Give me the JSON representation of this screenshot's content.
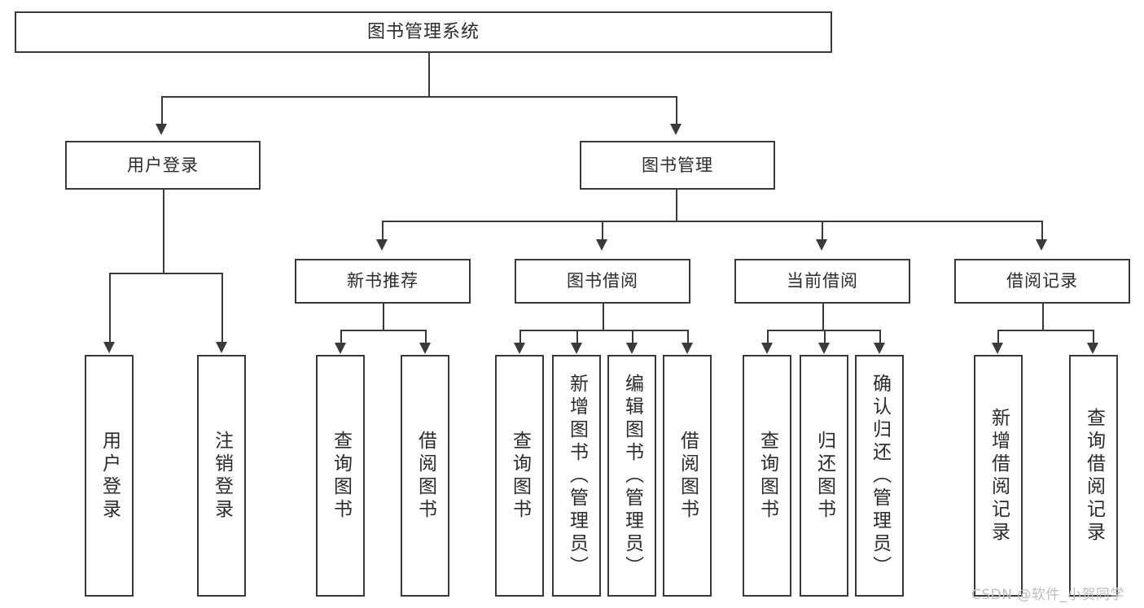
{
  "diagram": {
    "title": "图书管理系统",
    "type": "hierarchy-tree",
    "watermark": "CSDN @软件_小贺同学",
    "colors": {
      "stroke": "#3a3a3a",
      "box_fill": "#ffffff",
      "text": "#2b2b2b",
      "background": "#ffffff",
      "watermark": "#bdbdbd"
    },
    "root": {
      "label": "图书管理系统"
    },
    "level2": [
      {
        "label": "用户登录"
      },
      {
        "label": "图书管理"
      }
    ],
    "level3": [
      {
        "label": "新书推荐"
      },
      {
        "label": "图书借阅"
      },
      {
        "label": "当前借阅"
      },
      {
        "label": "借阅记录"
      }
    ],
    "leaves": {
      "user_login": [
        {
          "label": "用户登录"
        },
        {
          "label": "注销登录"
        }
      ],
      "new_book_recommend": [
        {
          "label": "查询图书"
        },
        {
          "label": "借阅图书"
        }
      ],
      "book_borrow": [
        {
          "label": "查询图书"
        },
        {
          "label": "新增图书（管理员）"
        },
        {
          "label": "编辑图书（管理员）"
        },
        {
          "label": "借阅图书"
        }
      ],
      "current_borrow": [
        {
          "label": "查询图书"
        },
        {
          "label": "归还图书"
        },
        {
          "label": "确认归还（管理员）"
        }
      ],
      "borrow_record": [
        {
          "label": "新增借阅记录"
        },
        {
          "label": "查询借阅记录"
        }
      ]
    }
  }
}
